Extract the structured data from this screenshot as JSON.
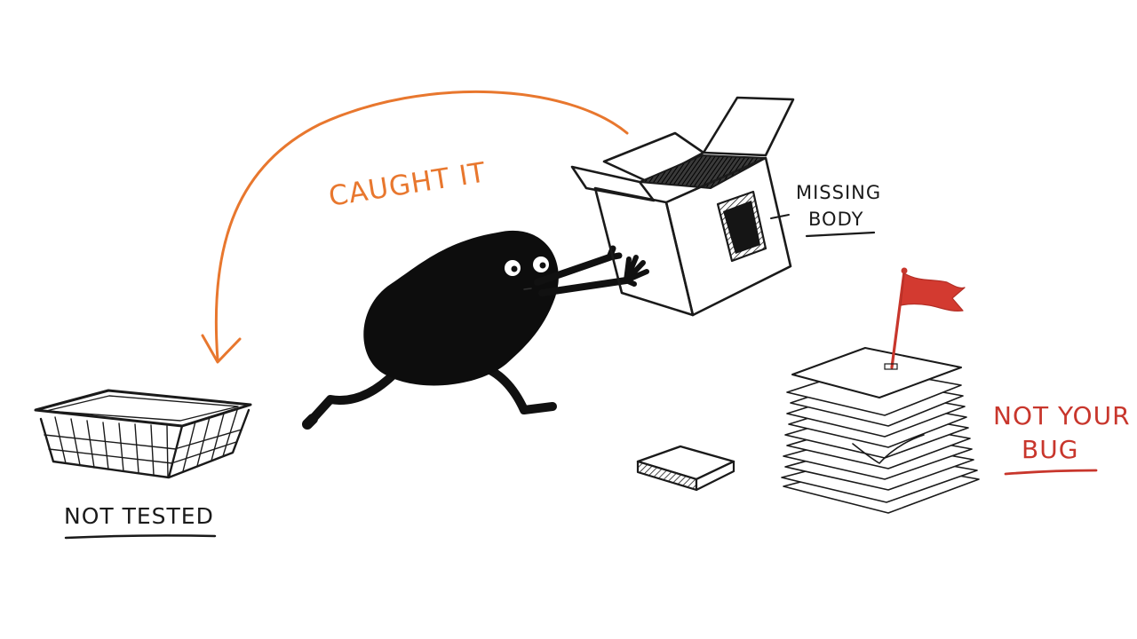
{
  "labels": {
    "caught": "CAUGHT IT",
    "missing_line1": "MISSING",
    "missing_line2": "BODY",
    "not_tested": "NOT TESTED",
    "not_your_line1": "NOT YOUR",
    "not_your_line2": "BUG"
  },
  "colors": {
    "orange": "#e8772e",
    "red": "#c8362c",
    "ink": "#1a1a1a",
    "background": "#ffffff"
  },
  "icons": {
    "basket": "wire-basket-icon",
    "box": "open-cardboard-box-icon",
    "character": "bean-character",
    "papers": "paper-stack-icon",
    "flag": "red-flag-icon",
    "block": "small-block-icon",
    "arrow": "curved-arrow-icon"
  }
}
